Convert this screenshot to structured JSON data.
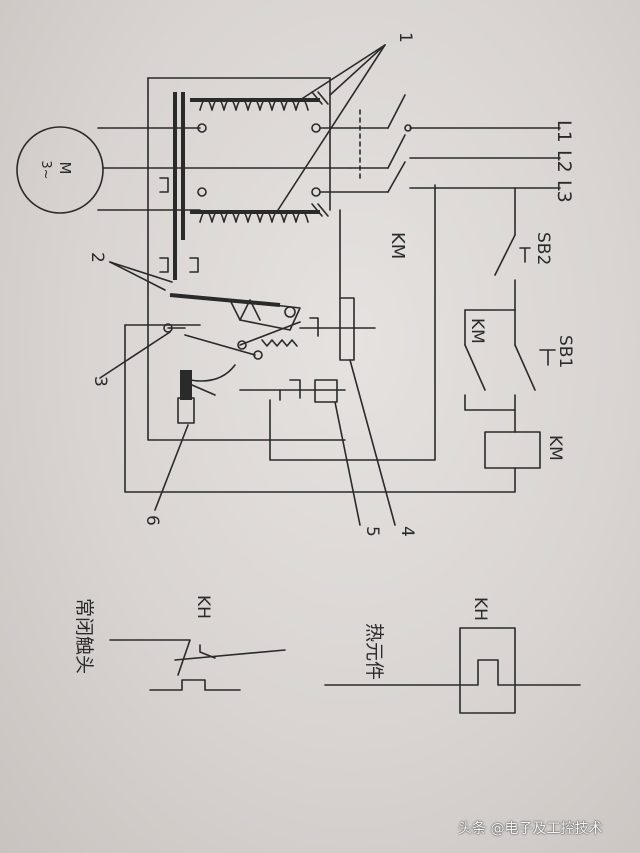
{
  "labels": {
    "motor": "M",
    "motor_phase": "3~",
    "line1": "L1",
    "line2": "L2",
    "line3": "L3",
    "contactor_main": "KM",
    "stop_button": "SB2",
    "start_button": "SB1",
    "contactor_aux": "KM",
    "contactor_coil": "KM",
    "callout_1": "1",
    "callout_2": "2",
    "callout_3": "3",
    "callout_4": "4",
    "callout_5": "5",
    "callout_6": "6",
    "kh_element_symbol": "KH",
    "kh_element_caption": "热元件",
    "kh_contact_symbol": "KH",
    "kh_contact_caption": "常闭触头"
  },
  "watermark": "头条 @电子及工控技术",
  "colors": {
    "ink": "#2a2a2a",
    "paper": "#dcd7d4"
  }
}
